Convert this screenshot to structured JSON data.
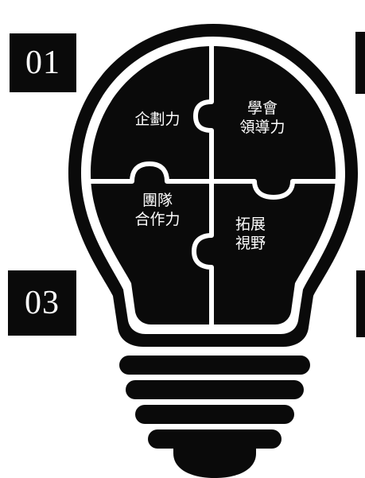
{
  "labels": {
    "box_top": "01",
    "box_bottom": "03"
  },
  "pieces": {
    "top_left": [
      "企劃力"
    ],
    "top_right": [
      "學會",
      "領導力"
    ],
    "bottom_left": [
      "團隊",
      "合作力"
    ],
    "bottom_right": [
      "拓展",
      "視野"
    ]
  },
  "colors": {
    "ink": "#0a0a0a",
    "paper": "#ffffff"
  }
}
